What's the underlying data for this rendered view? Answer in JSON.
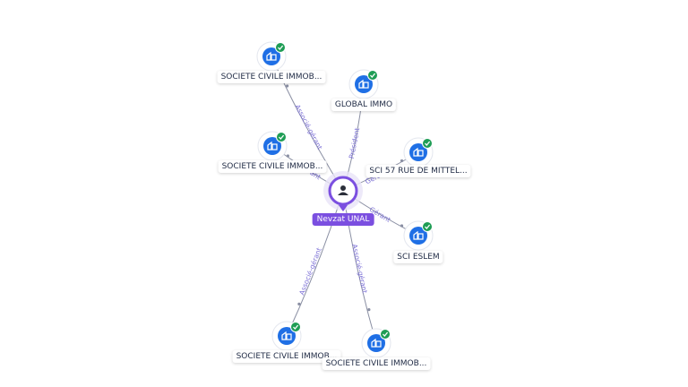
{
  "colors": {
    "company_blue": "#1f6fe5",
    "check_green": "#1f9d55",
    "person_purple": "#7b4fe0",
    "edge_gray": "#8a8fa3",
    "edge_label": "#7b6fd6"
  },
  "center": {
    "name": "Nevzat UNAL",
    "icon": "person-icon"
  },
  "companies": [
    {
      "id": "c1",
      "name": "SOCIETE CIVILE IMMOB...",
      "icon": "building-icon",
      "verified": true
    },
    {
      "id": "c2",
      "name": "GLOBAL IMMO",
      "icon": "building-icon",
      "verified": true
    },
    {
      "id": "c3",
      "name": "SOCIETE CIVILE IMMOB...",
      "icon": "building-icon",
      "verified": true
    },
    {
      "id": "c4",
      "name": "SCI 57 RUE DE MITTEL...",
      "icon": "building-icon",
      "verified": true
    },
    {
      "id": "c5",
      "name": "SCI ESLEM",
      "icon": "building-icon",
      "verified": true
    },
    {
      "id": "c6",
      "name": "SOCIETE CIVILE IMMOB...",
      "icon": "building-icon",
      "verified": true
    },
    {
      "id": "c7",
      "name": "SOCIETE CIVILE IMMOB...",
      "icon": "building-icon",
      "verified": true
    }
  ],
  "edges": [
    {
      "target": "c1",
      "role": "Associé-gérant"
    },
    {
      "target": "c2",
      "role": "Président"
    },
    {
      "target": "c3",
      "role": "Gérant"
    },
    {
      "target": "c4",
      "role": "Gérant"
    },
    {
      "target": "c5",
      "role": "Gérant"
    },
    {
      "target": "c6",
      "role": "Associé-gérant"
    },
    {
      "target": "c7",
      "role": "Associé-gérant"
    }
  ]
}
